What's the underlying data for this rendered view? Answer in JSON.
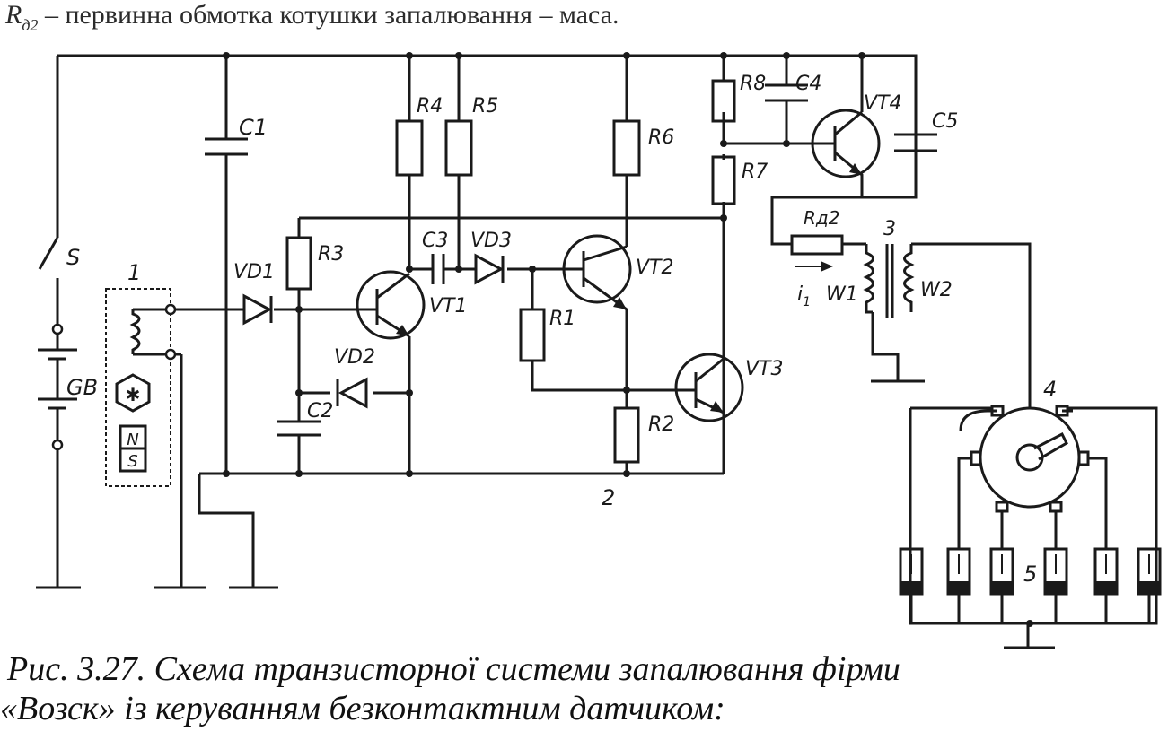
{
  "header": {
    "symbol": "R",
    "subscript": "д2",
    "text": " – первинна обмотка котушки запалювання – маса."
  },
  "labels": {
    "S": "S",
    "GB": "GB",
    "C1": "C1",
    "R4": "R4",
    "R5": "R5",
    "R6": "R6",
    "R8": "R8",
    "C4": "C4",
    "VT4": "VT4",
    "C5": "C5",
    "R7": "R7",
    "Rd2": "Rд2",
    "n3": "3",
    "i1": "i",
    "i1sub": "1",
    "W1": "W1",
    "W2": "W2",
    "R3": "R3",
    "C3": "C3",
    "VD3": "VD3",
    "VT2": "VT2",
    "n1": "1",
    "VD1": "VD1",
    "VT1": "VT1",
    "R1": "R1",
    "VD2": "VD2",
    "VT3": "VT3",
    "C2": "C2",
    "R2": "R2",
    "n2": "2",
    "n4": "4",
    "n5": "5",
    "N": "N",
    "Spole": "S"
  },
  "caption": {
    "line1": "Рис. 3.27. Схема транзисторної системи запалювання фірми",
    "line2": "«Возск» із керуванням безконтактним датчиком:"
  }
}
